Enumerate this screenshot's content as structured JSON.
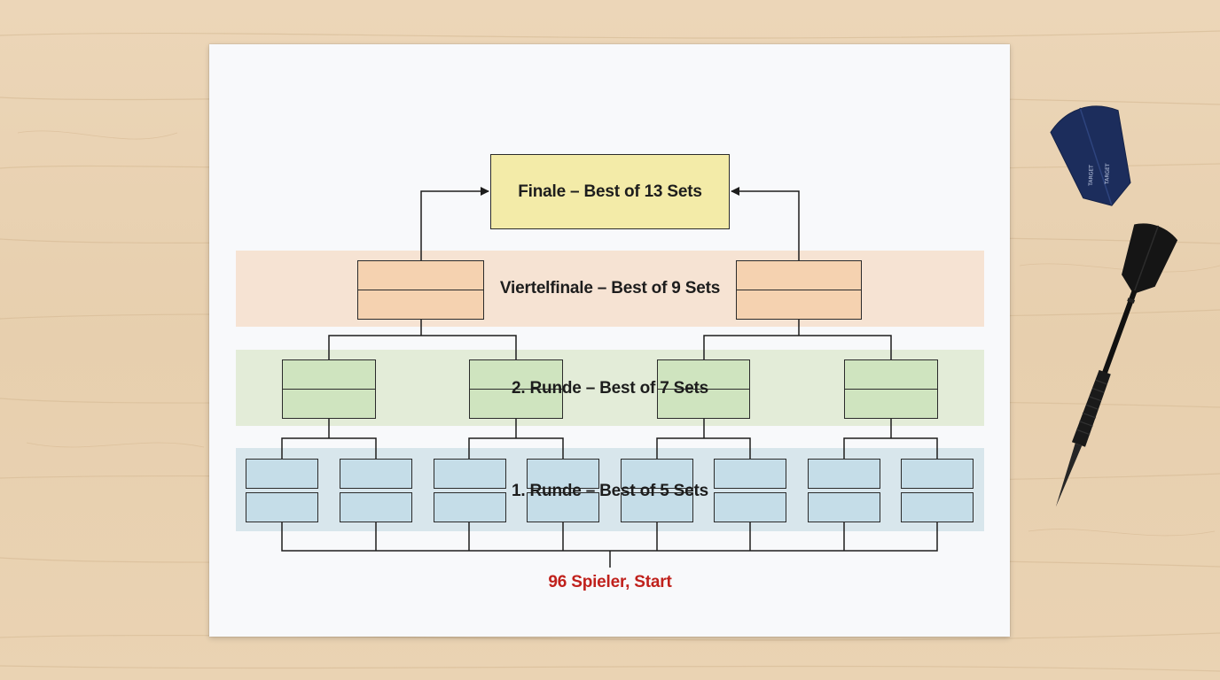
{
  "bracket": {
    "final": {
      "label": "Finale – Best of 13 Sets"
    },
    "quarterfinal": {
      "label": "Viertelfinale – Best of 9 Sets",
      "match_count": 2
    },
    "round2": {
      "label": "2. Runde – Best of 7 Sets",
      "match_count": 4
    },
    "round1": {
      "label": "1. Runde – Best of 5 Sets",
      "match_count": 8
    },
    "start": {
      "label": "96 Spieler, Start"
    }
  },
  "colors": {
    "final": "#f3eba8",
    "quarterfinal": "#f5d2b0",
    "round2": "#cfe4bf",
    "round1": "#c5dde8",
    "start_text": "#c0211c"
  },
  "props": {
    "flight_logo_text": "TARGET"
  }
}
